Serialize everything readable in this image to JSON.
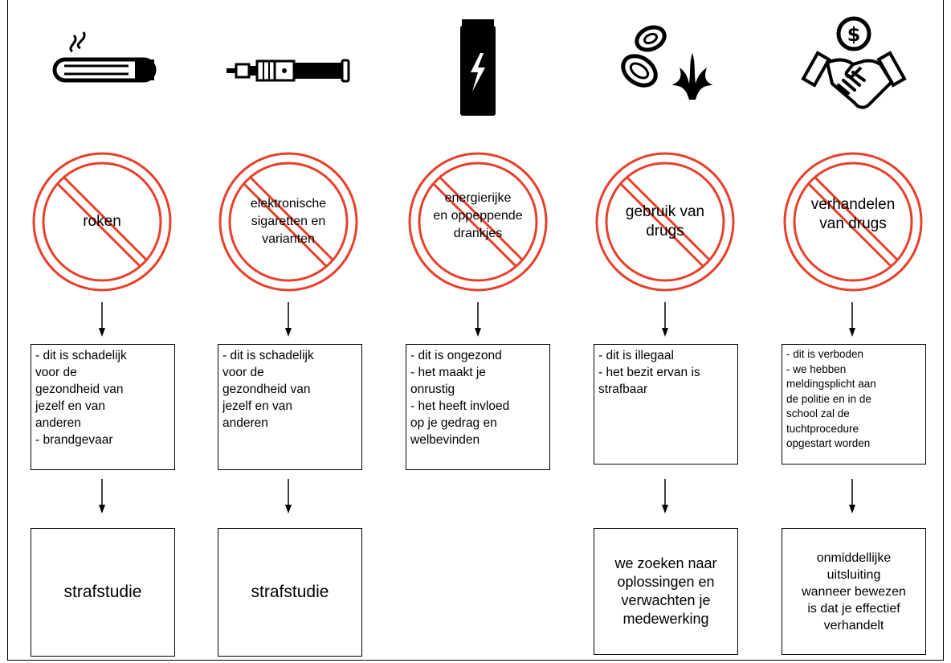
{
  "columns": [
    {
      "id": "roken",
      "icon": "cigarette-icon",
      "sign_label": "roken",
      "reasons": "- dit is schadelijk\nvoor de\ngezondheid van\njezelf en van\nanderen\n- brandgevaar",
      "outcome": "strafstudie"
    },
    {
      "id": "e-sigaret",
      "icon": "e-cigarette-icon",
      "sign_label": "elektronische\nsigaretten en\nvarianten",
      "reasons": "- dit is schadelijk\nvoor de\ngezondheid van\njezelf en van\nanderen",
      "outcome": "strafstudie"
    },
    {
      "id": "energiedrank",
      "icon": "energy-drink-icon",
      "sign_label": "energierijke\nen oppeppende\ndrankjes",
      "reasons": "- dit is ongezond\n- het maakt je\nonrustig\n- het heeft invloed\nop je gedrag en\nwelbevinden",
      "outcome": ""
    },
    {
      "id": "drugs-gebruik",
      "icon": "pills-cannabis-icon",
      "sign_label": "gebruik van\ndrugs",
      "reasons": "- dit is illegaal\n- het bezit ervan is\nstrafbaar",
      "outcome": "we zoeken naar\noplossingen en\nverwachten je\nmedewerking"
    },
    {
      "id": "drugs-handel",
      "icon": "handshake-money-icon",
      "sign_label": "verhandelen\nvan drugs",
      "reasons": "- dit is verboden\n- we hebben\nmeldingsplicht aan\nde politie en in de\nschool zal de\ntuchtprocedure\nopgestart worden",
      "outcome": "onmiddellijke\nuitsluiting\nwanneer bewezen\nis dat je effectief\nverhandelt"
    }
  ],
  "colors": {
    "prohibition_red": "#e8402a",
    "line": "#000000"
  }
}
